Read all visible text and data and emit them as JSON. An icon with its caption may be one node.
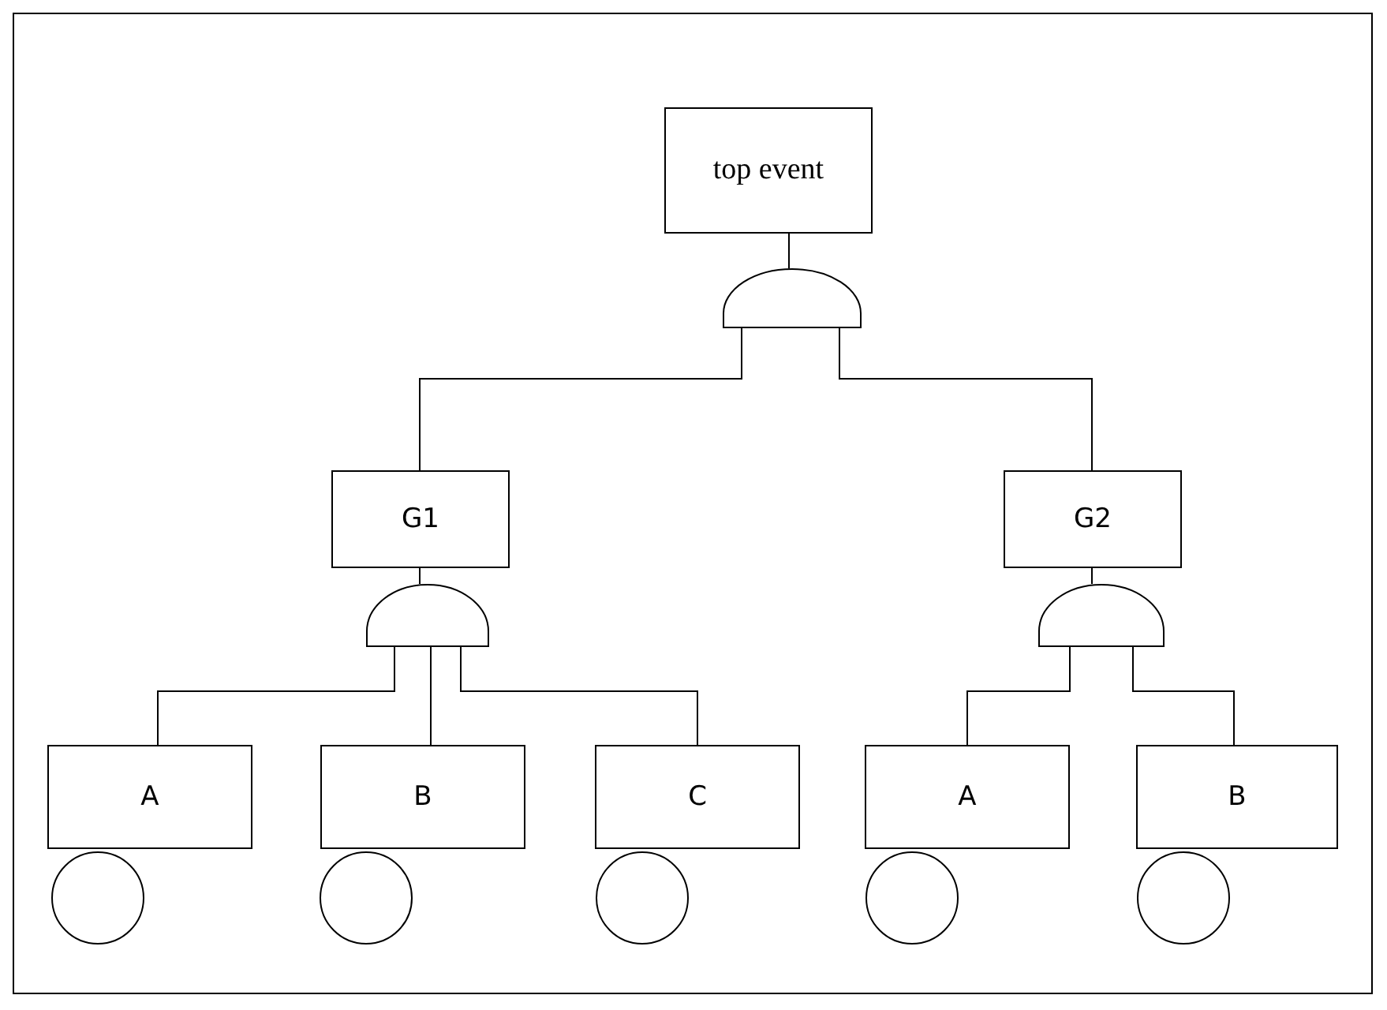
{
  "diagram": {
    "nodes": [
      {
        "text": [
          "top event"
        ]
      },
      {
        "text": [],
        "shape": "gate"
      },
      {
        "text": [
          "G1"
        ]
      },
      {
        "text": [],
        "shape": "gate"
      },
      {
        "text": [
          "G2"
        ]
      },
      {
        "text": [],
        "shape": "gate"
      },
      {
        "text": [
          "A"
        ]
      },
      {
        "text": [
          "B"
        ]
      },
      {
        "text": [
          "C"
        ]
      },
      {
        "text": [
          "A"
        ]
      },
      {
        "text": [
          "B"
        ]
      },
      {
        "text": [],
        "shape": "circle"
      },
      {
        "text": [],
        "shape": "circle"
      },
      {
        "text": [],
        "shape": "circle"
      },
      {
        "text": [],
        "shape": "circle"
      },
      {
        "text": [],
        "shape": "circle"
      }
    ],
    "edges": [
      {
        "from": 0,
        "to": 1,
        "arrow": "none"
      },
      {
        "from": 1,
        "to": 2,
        "arrow": "none"
      },
      {
        "from": 1,
        "to": 4,
        "arrow": "none"
      },
      {
        "from": 2,
        "to": 3,
        "arrow": "none"
      },
      {
        "from": 3,
        "to": 6,
        "arrow": "none"
      },
      {
        "from": 3,
        "to": 7,
        "arrow": "none"
      },
      {
        "from": 3,
        "to": 8,
        "arrow": "none"
      },
      {
        "from": 4,
        "to": 5,
        "arrow": "none"
      },
      {
        "from": 5,
        "to": 9,
        "arrow": "none"
      },
      {
        "from": 5,
        "to": 10,
        "arrow": "none"
      }
    ]
  }
}
